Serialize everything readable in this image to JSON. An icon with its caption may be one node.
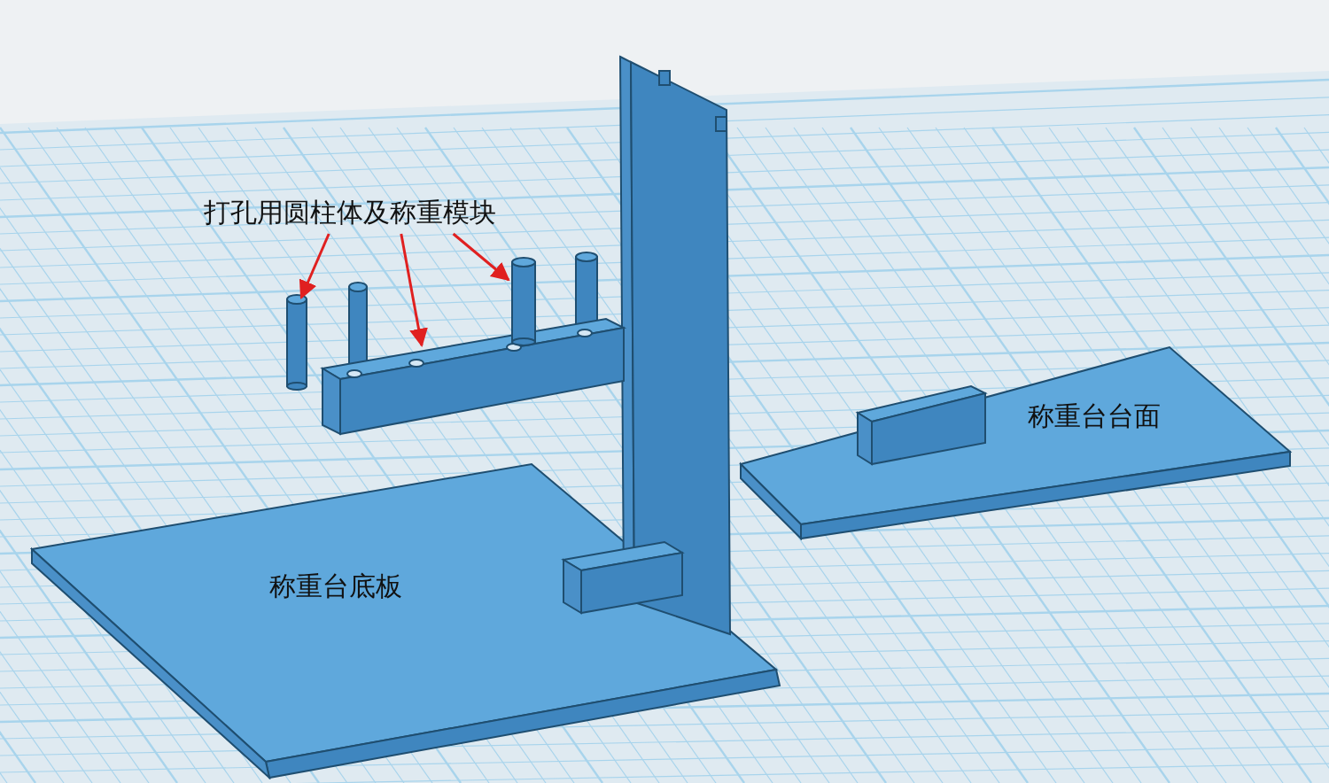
{
  "diagram": {
    "nodes": [
      {
        "text": [
          "打孔用圆柱体及称重模块"
        ]
      },
      {
        "text": [],
        "shape": "cylinder"
      },
      {
        "text": [],
        "shape": "bar"
      },
      {
        "text": [],
        "shape": "cylinder"
      },
      {
        "text": [
          "称重台台面"
        ]
      },
      {
        "text": [
          "称重台底板"
        ]
      }
    ],
    "edges": [
      {
        "from": 0,
        "to": 1,
        "arrow": "to",
        "color": "#e02020"
      },
      {
        "from": 0,
        "to": 2,
        "arrow": "to",
        "color": "#e02020"
      },
      {
        "from": 0,
        "to": 3,
        "arrow": "to",
        "color": "#e02020"
      }
    ]
  }
}
